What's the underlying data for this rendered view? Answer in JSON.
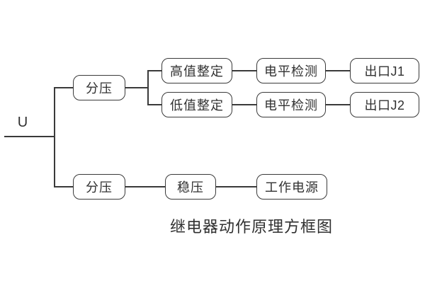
{
  "diagram": {
    "input_label": "U",
    "caption": "继电器动作原理方框图",
    "nodes": {
      "fenya_top": "分压",
      "gaozhi_zhengding": "高值整定",
      "dizhi_zhengding": "低值整定",
      "dianping_jiance_1": "电平检测",
      "dianping_jiance_2": "电平检测",
      "chukou_j1": "出口J1",
      "chukou_j2": "出口J2",
      "fenya_bottom": "分压",
      "wenya": "稳压",
      "gongzuo_dianyuan": "工作电源"
    },
    "colors": {
      "line": "#3a3a3a",
      "text": "#303030",
      "background": "#ffffff"
    }
  }
}
